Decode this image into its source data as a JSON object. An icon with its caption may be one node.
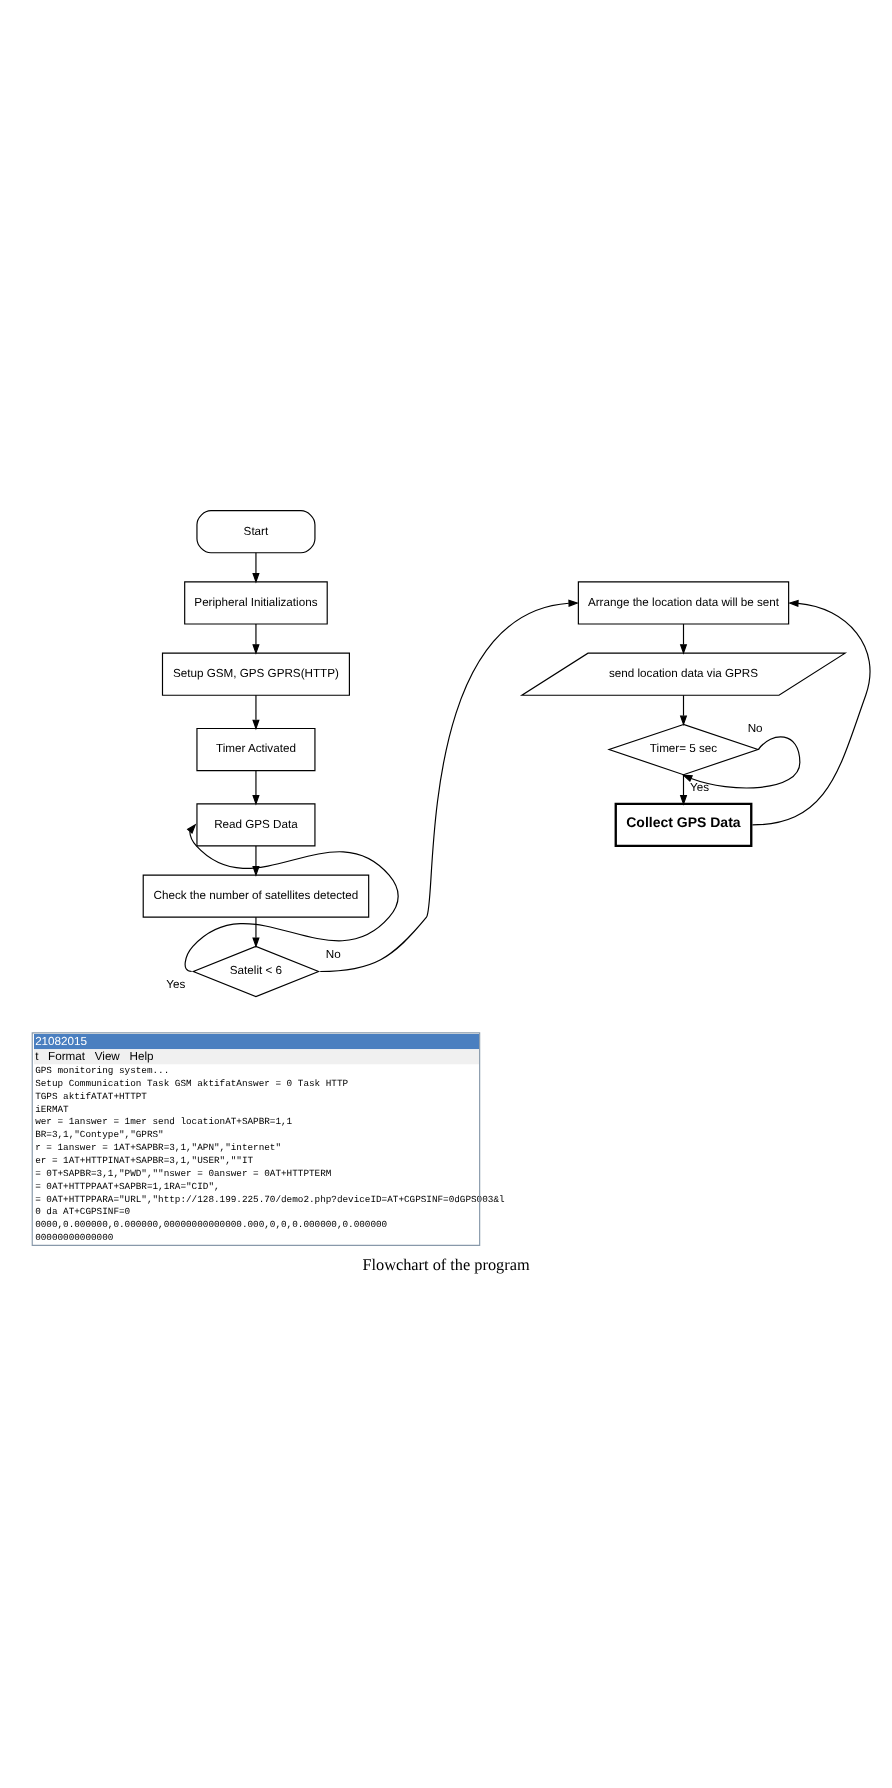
{
  "diagram": {
    "caption": "Flowchart of the program",
    "nodes": [
      {
        "text": [
          "Start"
        ]
      },
      {
        "text": [
          "Peripheral Initializations"
        ]
      },
      {
        "text": [
          "Setup GSM, GPS GPRS(HTTP)"
        ]
      },
      {
        "text": [
          "Timer Activated"
        ]
      },
      {
        "text": [
          "Read GPS Data"
        ]
      },
      {
        "text": [
          "Check the number of satellites detected"
        ]
      },
      {
        "text": [
          "Satelit < 6"
        ]
      },
      {
        "text": [
          "Arrange the location data will be sent"
        ]
      },
      {
        "text": [
          "send location data via GPRS"
        ]
      },
      {
        "text": [
          "Timer= 5 sec"
        ]
      },
      {
        "text": [
          "Collect GPS Data"
        ]
      }
    ],
    "edges": [
      {
        "from": 0,
        "to": 1,
        "arrow": "to"
      },
      {
        "from": 1,
        "to": 2,
        "arrow": "to"
      },
      {
        "from": 2,
        "to": 3,
        "arrow": "to"
      },
      {
        "from": 3,
        "to": 4,
        "arrow": "to"
      },
      {
        "from": 4,
        "to": 5,
        "arrow": "to"
      },
      {
        "from": 5,
        "to": 6,
        "arrow": "to"
      },
      {
        "from": 6,
        "to": 4,
        "arrow": "to",
        "label": "Yes"
      },
      {
        "from": 6,
        "to": 7,
        "arrow": "to",
        "label": "No"
      },
      {
        "from": 7,
        "to": 8,
        "arrow": "to"
      },
      {
        "from": 8,
        "to": 9,
        "arrow": "to"
      },
      {
        "from": 9,
        "to": 10,
        "arrow": "to",
        "label": "Yes"
      },
      {
        "from": 9,
        "to": 9,
        "arrow": "to",
        "label": "No"
      },
      {
        "from": 10,
        "to": 7,
        "arrow": "to"
      }
    ],
    "labels": [
      "21082015",
      "t",
      "Format",
      "View",
      "Help",
      "GPS monitoring system...",
      "Setup Communication Task GSM aktifatAnswer = 0 Task HTTP",
      "TGPS aktifATAT+HTTPT",
      "iERMAT",
      "wer = 1answer = 1mer send locationAT+SAPBR=1,1",
      "BR=3,1,\"Contype\",\"GPRS\"",
      "r = 1answer = 1AT+SAPBR=3,1,\"APN\",\"internet\"",
      "er = 1AT+HTTPINAT+SAPBR=3,1,\"USER\",\"\"IT",
      "= 0T+SAPBR=3,1,\"PWD\",\"\"nswer = 0answer = 0AT+HTTPTERM",
      "= 0AT+HTTPPAAT+SAPBR=1,1RA=\"CID\",",
      "= 0AT+HTTPPARA=\"URL\",\"http://128.199.225.70/demo2.php?deviceID=AT+CGPSINF=0dGPS003&l",
      "0 da AT+CGPSINF=0",
      "0000,0.000000,0.000000,00000000000000.000,0,0,0.000000,0.000000",
      "00000000000000"
    ]
  }
}
